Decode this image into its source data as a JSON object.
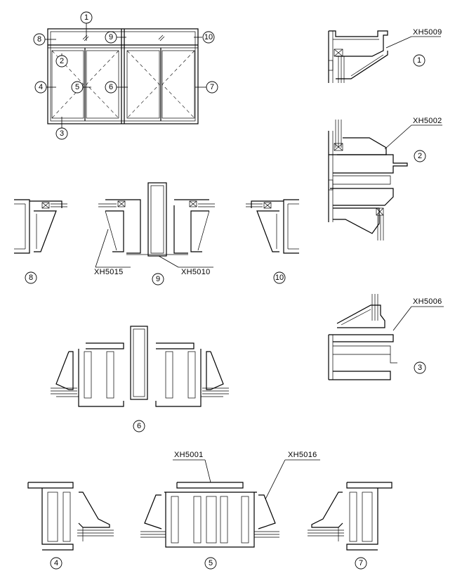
{
  "elevation": {
    "markers": [
      "1",
      "2",
      "3",
      "4",
      "5",
      "6",
      "7",
      "8",
      "9",
      "10"
    ]
  },
  "section_labels": {
    "s1": "1",
    "s2": "2",
    "s3": "3",
    "s4": "4",
    "s5": "5",
    "s6": "6",
    "s7": "7",
    "s8": "8",
    "s9": "9",
    "s10": "10"
  },
  "profile_codes": {
    "xh5009": "XH5009",
    "xh5002": "XH5002",
    "xh5006": "XH5006",
    "xh5015": "XH5015",
    "xh5010": "XH5010",
    "xh5001": "XH5001",
    "xh5016": "XH5016"
  },
  "colors": {
    "ink": "#000000",
    "paper": "#ffffff"
  }
}
